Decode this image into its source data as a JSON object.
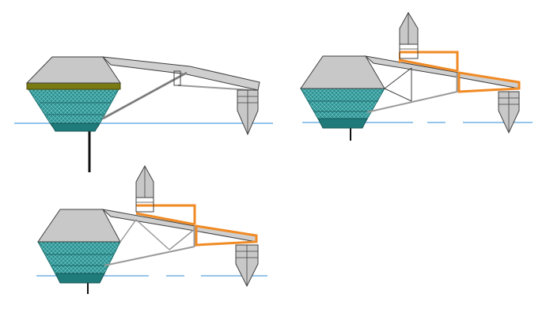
{
  "diagram": {
    "description_text": "",
    "colors": {
      "background": "#ffffff",
      "waterline": "#2c8bd6",
      "hull_gray": "#c8c8c8",
      "hull_outline": "#404040",
      "collar": "#7a7a12",
      "net_teal": "#2a8f8f",
      "net_mesh": "#7fd0d0",
      "frame_orange": "#f08a24",
      "frame_white": "#ffffff",
      "strut": "#9a9a9a",
      "anchor_line": "#101010"
    },
    "icons": [
      "cone-hull-icon",
      "net-cage-icon",
      "pontoon-icon",
      "mast-hull-icon",
      "orange-frame-icon",
      "waterline-icon"
    ],
    "panels": [
      {
        "name": "panel-a",
        "variant": "basic",
        "has_orange_frame": false,
        "has_mast_hull": false,
        "has_collar": true
      },
      {
        "name": "panel-b",
        "variant": "extended",
        "has_orange_frame": true,
        "has_mast_hull": true,
        "has_collar": false
      },
      {
        "name": "panel-c",
        "variant": "extended",
        "has_orange_frame": true,
        "has_mast_hull": true,
        "has_collar": false
      }
    ]
  }
}
